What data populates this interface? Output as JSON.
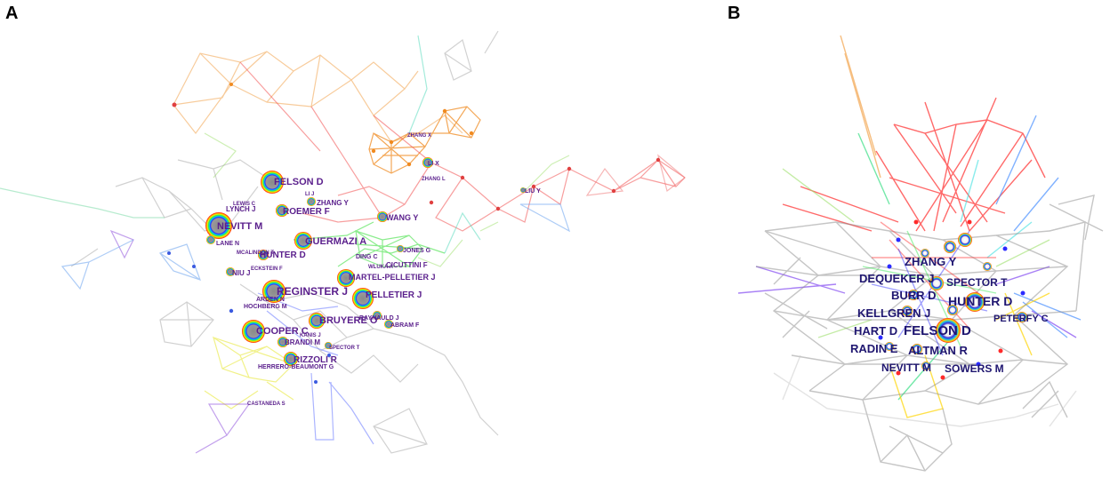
{
  "panels": [
    {
      "letter": "A"
    },
    {
      "letter": "B"
    }
  ],
  "network_a": {
    "labels": [
      "FELSON D",
      "NEVITT M",
      "LEWIS C",
      "LYNCH J",
      "LI J",
      "ZHANG Y",
      "ROEMER F",
      "WANG Y",
      "GUERMAZI A",
      "LANE N",
      "MCALINDON T",
      "HUNTER D",
      "ECKSTEIN F",
      "NIU J",
      "JONES G",
      "DING C",
      "WLUKA A",
      "CICUTTINI F",
      "MARTEL-PELLETIER J",
      "REGINSTER J",
      "PELLETIER J",
      "ARDEN N",
      "HOCHBERG M",
      "BRUYERE O",
      "RAYNAULD J",
      "ABRAM F",
      "COOPER C",
      "KANIS J",
      "BRANDI M",
      "SPECTOR T",
      "RIZZOLI R",
      "HERRERO-BEAUMONT G",
      "CASTANEDA S",
      "ZHANG X",
      "LI X",
      "ZHANG L",
      "LIU Y"
    ]
  },
  "network_b": {
    "labels": [
      "ZHANG Y",
      "DEQUEKER J",
      "SPECTOR T",
      "BURR D",
      "HUNTER D",
      "KELLGREN J",
      "PETERFY C",
      "HART D",
      "FELSON D",
      "RADIN E",
      "ALTMAN R",
      "NEVITT M",
      "SOWERS M"
    ]
  }
}
